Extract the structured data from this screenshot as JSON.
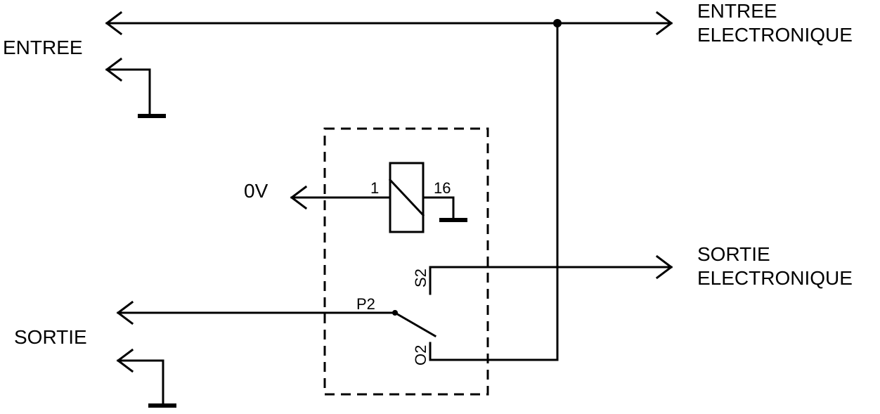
{
  "labels": {
    "entree": "ENTREE",
    "entree_electronique_line1": "ENTREE",
    "entree_electronique_line2": "ELECTRONIQUE",
    "zero_volt": "0V",
    "sortie": "SORTIE",
    "sortie_electronique_line1": "SORTIE",
    "sortie_electronique_line2": "ELECTRONIQUE"
  },
  "pins": {
    "coil_1": "1",
    "coil_16": "16",
    "common": "P2",
    "contact_s2": "S2",
    "contact_o2": "O2"
  }
}
